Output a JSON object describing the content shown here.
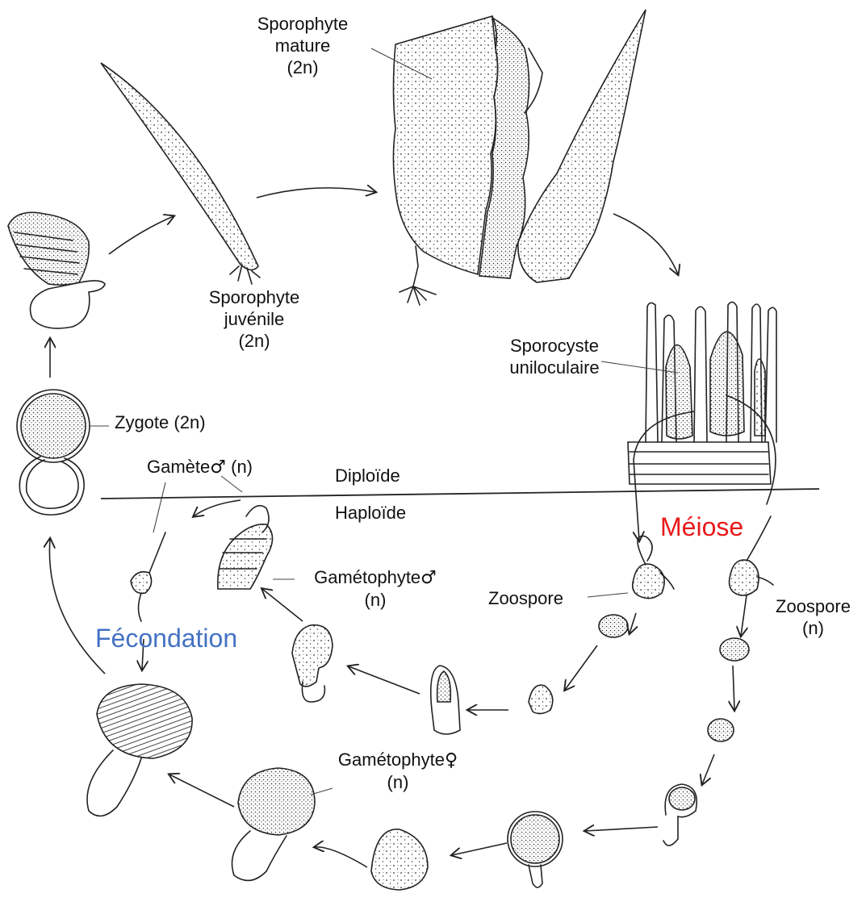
{
  "labels": {
    "sporophyte_mature": [
      "Sporophyte",
      "mature",
      "(2n)"
    ],
    "sporophyte_juvenile": [
      "Sporophyte",
      "juvénile",
      "(2n)"
    ],
    "sporocyste": [
      "Sporocyste",
      "uniloculaire"
    ],
    "zygote": "Zygote",
    "zygote_ploidy": "(2n)",
    "gamete_male": "Gamète",
    "gamete_male_ploidy": "(n)",
    "diploide": "Diploïde",
    "haploide": "Haploïde",
    "meiose": "Méiose",
    "fecondation": "Fécondation",
    "gametophyte_male": "Gamétophyte",
    "gametophyte_male_ploidy": "(n)",
    "gametophyte_female": "Gamétophyte",
    "gametophyte_female_ploidy": "(n)",
    "zoospore_left": "Zoospore",
    "zoospore_right": "Zoospore",
    "zoospore_right_ploidy": "(n)",
    "male_symbol": "♂",
    "female_symbol": "♀"
  },
  "colors": {
    "meiose": "#e8191a",
    "fecondation": "#4472c4",
    "ink": "#111111",
    "stipple": "#333333"
  }
}
